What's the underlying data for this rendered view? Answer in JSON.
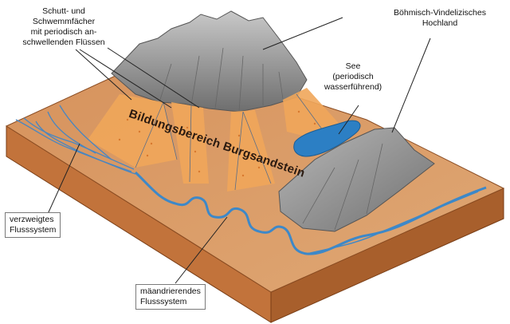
{
  "labels": {
    "fans": [
      "Schutt- und",
      "Schwemmfächer",
      "mit periodisch an-",
      "schwellenden Flüssen"
    ],
    "highland": [
      "Böhmisch-Vindelizisches",
      "Hochland"
    ],
    "lake": [
      "See",
      "(periodisch",
      "wasserführend)"
    ],
    "zone": "Bildungsbereich Burgsandstein",
    "braided": [
      "verzweigtes",
      "Flusssystem"
    ],
    "meander": [
      "mäandrierendes",
      "Flusssystem"
    ]
  },
  "colors": {
    "plain": "#d99a64",
    "plain_dark": "#c98a52",
    "block_side_front": "#c2733b",
    "block_side_right": "#b0652f",
    "mountain": "#8c8c8c",
    "mountain_light": "#b9b9b9",
    "fan": "#f0a65a",
    "water": "#3d88c8",
    "lake": "#2c7fc4"
  }
}
